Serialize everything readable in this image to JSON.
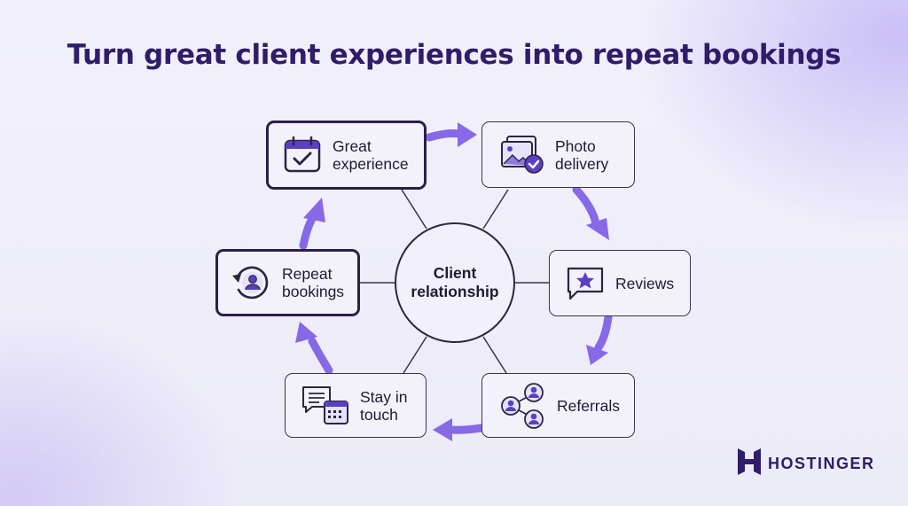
{
  "title": "Turn great client experiences into repeat bookings",
  "center": {
    "label": "Client relationship"
  },
  "nodes": [
    {
      "id": "great-experience",
      "label": "Great experience",
      "icon": "calendar-check-icon",
      "highlighted": true
    },
    {
      "id": "photo-delivery",
      "label": "Photo delivery",
      "icon": "photos-check-icon",
      "highlighted": false
    },
    {
      "id": "reviews",
      "label": "Reviews",
      "icon": "star-chat-icon",
      "highlighted": false
    },
    {
      "id": "referrals",
      "label": "Referrals",
      "icon": "people-network-icon",
      "highlighted": false
    },
    {
      "id": "stay-in-touch",
      "label": "Stay in touch",
      "icon": "chat-calendar-icon",
      "highlighted": false
    },
    {
      "id": "repeat-bookings",
      "label": "Repeat bookings",
      "icon": "repeat-user-icon",
      "highlighted": true
    }
  ],
  "colors": {
    "title": "#2f1c6a",
    "arrow": "#8768e6",
    "icon_fill": "#5b3fc4",
    "icon_stroke": "#2b2640",
    "border": "#3a3350",
    "background": "#eeeefa"
  },
  "brand": {
    "name": "HOSTINGER",
    "logo_icon": "hostinger-h-logo-icon"
  }
}
